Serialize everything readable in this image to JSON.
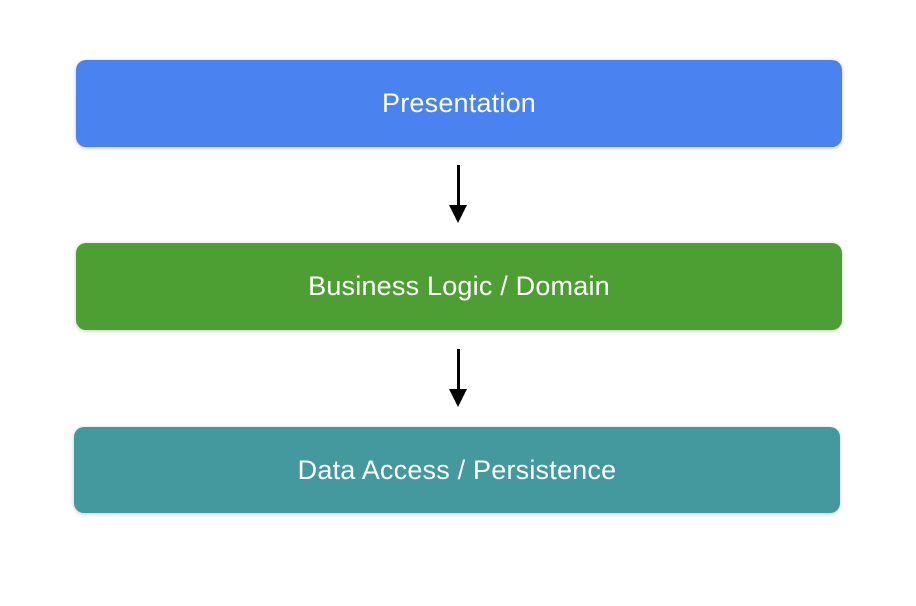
{
  "diagram": {
    "background_color": "#ffffff",
    "text_color": "#ffffff",
    "arrow_color": "#000000",
    "layers": [
      {
        "label": "Presentation",
        "color": "#4a82f0"
      },
      {
        "label": "Business Logic / Domain",
        "color": "#4e9f33"
      },
      {
        "label": "Data Access / Persistence",
        "color": "#43999e"
      }
    ]
  }
}
